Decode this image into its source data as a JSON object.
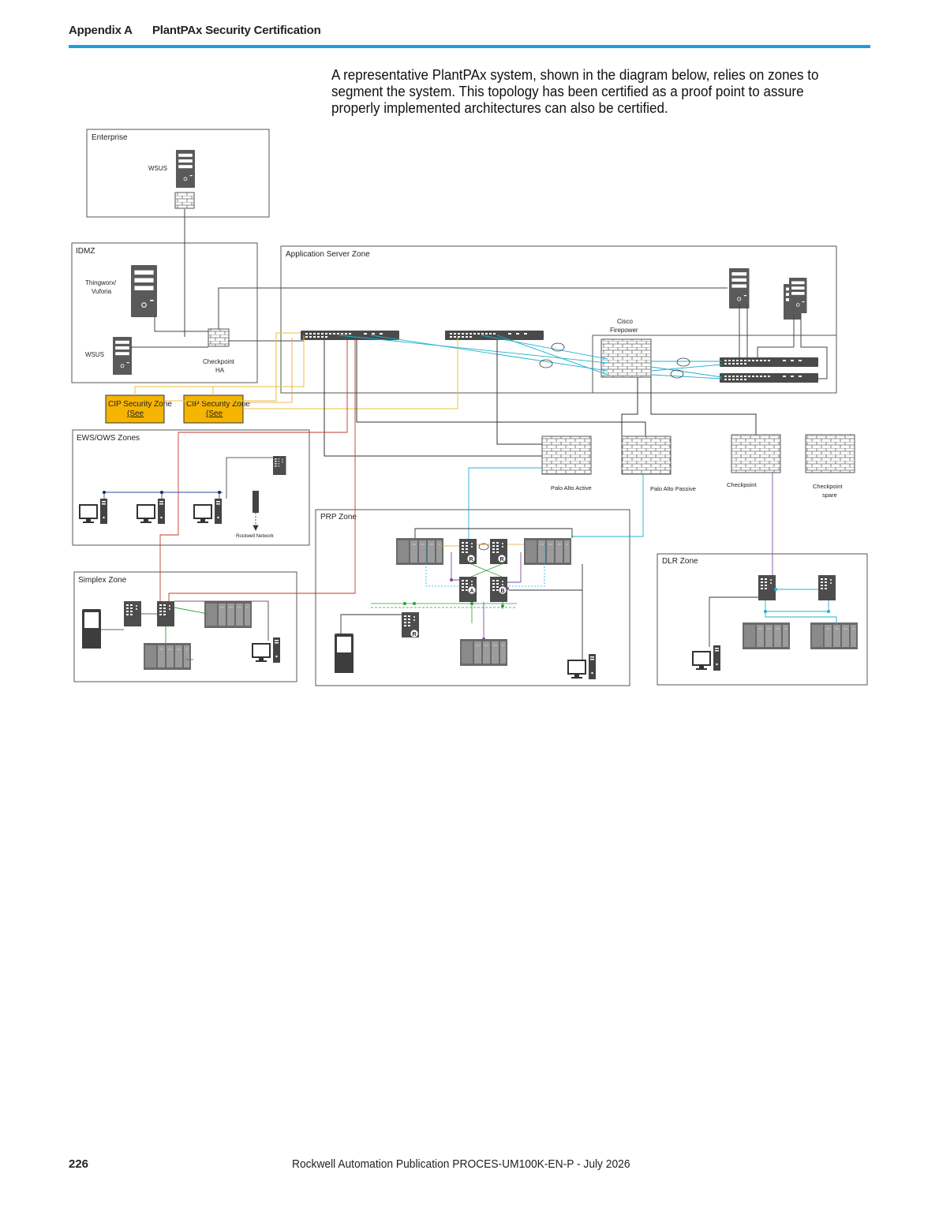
{
  "header": {
    "section": "Appendix A",
    "title": "PlantPAx Security Certification"
  },
  "intro": "A representative PlantPAx system, shown in the diagram below, relies on zones to segment the system. This topology has been certified as a proof point to assure properly implemented architectures can also be certified.",
  "diagram": {
    "zones": {
      "enterprise": "Enterprise",
      "idmz": "IDMZ",
      "app_server": "Application Server Zone",
      "ews_ows": "EWS/OWS Zones",
      "simplex": "Simplex Zone",
      "prp": "PRP Zone",
      "dlr": "DLR Zone"
    },
    "labels": {
      "wsus_enterprise": "WSUS",
      "thingworx_1": "Thingworx/",
      "thingworx_2": "Vuforia",
      "wsus_idmz": "WSUS",
      "checkpoint_ha_1": "Checkpoint",
      "checkpoint_ha_2": "HA",
      "cisco_1": "Cisco",
      "cisco_2": "Firepower",
      "palo_active": "Palo Alto Active",
      "palo_passive": "Palo Alto Passive",
      "checkpoint": "Checkpoint",
      "checkpoint_spare_1": "Checkpoint",
      "checkpoint_spare_2": "spare",
      "rockwell_network": "Rockwell Network",
      "cip_zone_1_a": "CIP Security Zone",
      "cip_zone_1_b": "(See",
      "cip_zone_2_a": "CIP Security Zone",
      "cip_zone_2_b": "(See",
      "prp_r": "R",
      "prp_a": "A",
      "prp_b": "B"
    },
    "colors": {
      "zone_border": "#555555",
      "cip_box": "#f5b400",
      "cyan_link": "#1fb0d0",
      "red_link": "#c0392b",
      "orange_link": "#e89a3c",
      "green_link": "#2e9e3a",
      "purple_link": "#7b4fa0",
      "device": "#555555"
    }
  },
  "footer": {
    "page_number": "226",
    "publication": "Rockwell Automation Publication PROCES-UM100K-EN-P - July 2026"
  }
}
